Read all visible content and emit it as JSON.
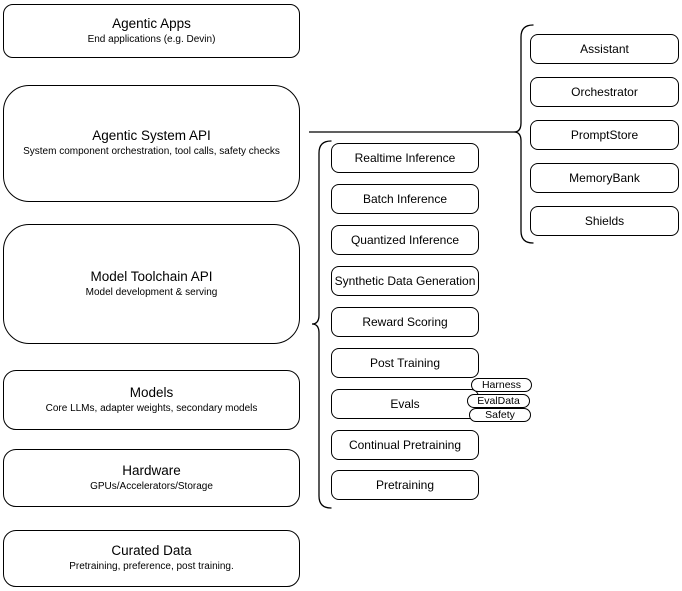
{
  "diagram": {
    "colors": {
      "stroke": "#000000",
      "background": "#ffffff"
    },
    "left_stack": {
      "boxes": [
        {
          "title": "Agentic Apps",
          "subtitle": "End applications (e.g. Devin)"
        },
        {
          "title": "Agentic System API",
          "subtitle": "System component orchestration, tool calls, safety checks"
        },
        {
          "title": "Model Toolchain API",
          "subtitle": "Model development & serving"
        },
        {
          "title": "Models",
          "subtitle": "Core LLMs, adapter weights, secondary models"
        },
        {
          "title": "Hardware",
          "subtitle": "GPUs/Accelerators/Storage"
        },
        {
          "title": "Curated Data",
          "subtitle": "Pretraining, preference, post training."
        }
      ]
    },
    "toolchain_group": {
      "items": [
        {
          "label": "Realtime Inference"
        },
        {
          "label": "Batch Inference"
        },
        {
          "label": "Quantized Inference"
        },
        {
          "label": "Synthetic Data Generation"
        },
        {
          "label": "Reward Scoring"
        },
        {
          "label": "Post Training"
        },
        {
          "label": "Evals"
        },
        {
          "label": "Continual Pretraining"
        },
        {
          "label": "Pretraining"
        }
      ],
      "eval_tags": [
        {
          "label": "Harness"
        },
        {
          "label": "EvalData"
        },
        {
          "label": "Safety"
        }
      ]
    },
    "system_group": {
      "items": [
        {
          "label": "Assistant"
        },
        {
          "label": "Orchestrator"
        },
        {
          "label": "PromptStore"
        },
        {
          "label": "MemoryBank"
        },
        {
          "label": "Shields"
        }
      ]
    }
  }
}
